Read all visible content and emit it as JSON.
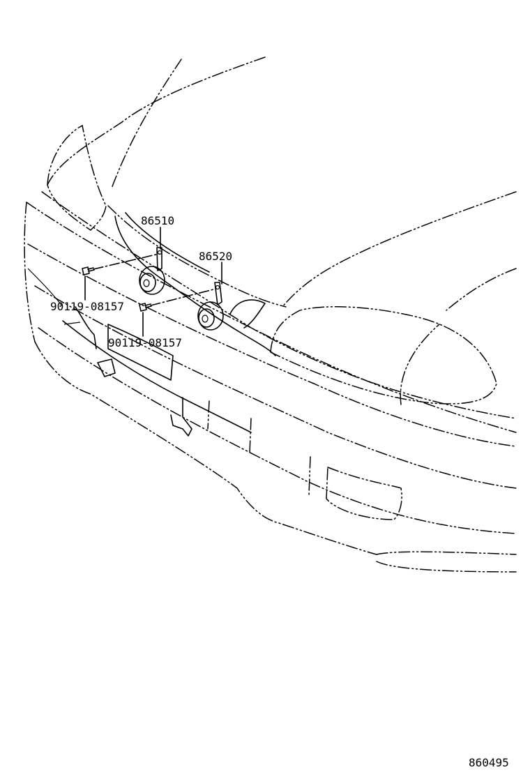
{
  "parts": {
    "horn_high": "86510",
    "horn_low": "86520",
    "bolt_left": "90119-08157",
    "bolt_right": "90119-08157"
  },
  "illustration_number": "860495"
}
